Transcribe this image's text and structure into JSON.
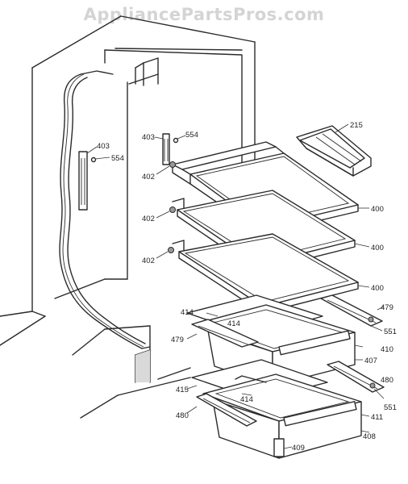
{
  "watermark": "AppliancePartsPros.com",
  "part_labels": [
    {
      "key": "403a",
      "text": "403"
    },
    {
      "key": "554a",
      "text": "554"
    },
    {
      "key": "403b",
      "text": "403"
    },
    {
      "key": "554b",
      "text": "554"
    },
    {
      "key": "215",
      "text": "215"
    },
    {
      "key": "402a",
      "text": "402"
    },
    {
      "key": "402b",
      "text": "402"
    },
    {
      "key": "402c",
      "text": "402"
    },
    {
      "key": "400a",
      "text": "400"
    },
    {
      "key": "400b",
      "text": "400"
    },
    {
      "key": "400c",
      "text": "400"
    },
    {
      "key": "479a",
      "text": "479"
    },
    {
      "key": "414a",
      "text": "414"
    },
    {
      "key": "414b",
      "text": "414"
    },
    {
      "key": "551a",
      "text": "551"
    },
    {
      "key": "479b",
      "text": "479"
    },
    {
      "key": "410",
      "text": "410"
    },
    {
      "key": "407",
      "text": "407"
    },
    {
      "key": "480a",
      "text": "480"
    },
    {
      "key": "415",
      "text": "415"
    },
    {
      "key": "414c",
      "text": "414"
    },
    {
      "key": "551b",
      "text": "551"
    },
    {
      "key": "480b",
      "text": "480"
    },
    {
      "key": "411",
      "text": "411"
    },
    {
      "key": "408",
      "text": "408"
    },
    {
      "key": "409",
      "text": "409"
    }
  ]
}
